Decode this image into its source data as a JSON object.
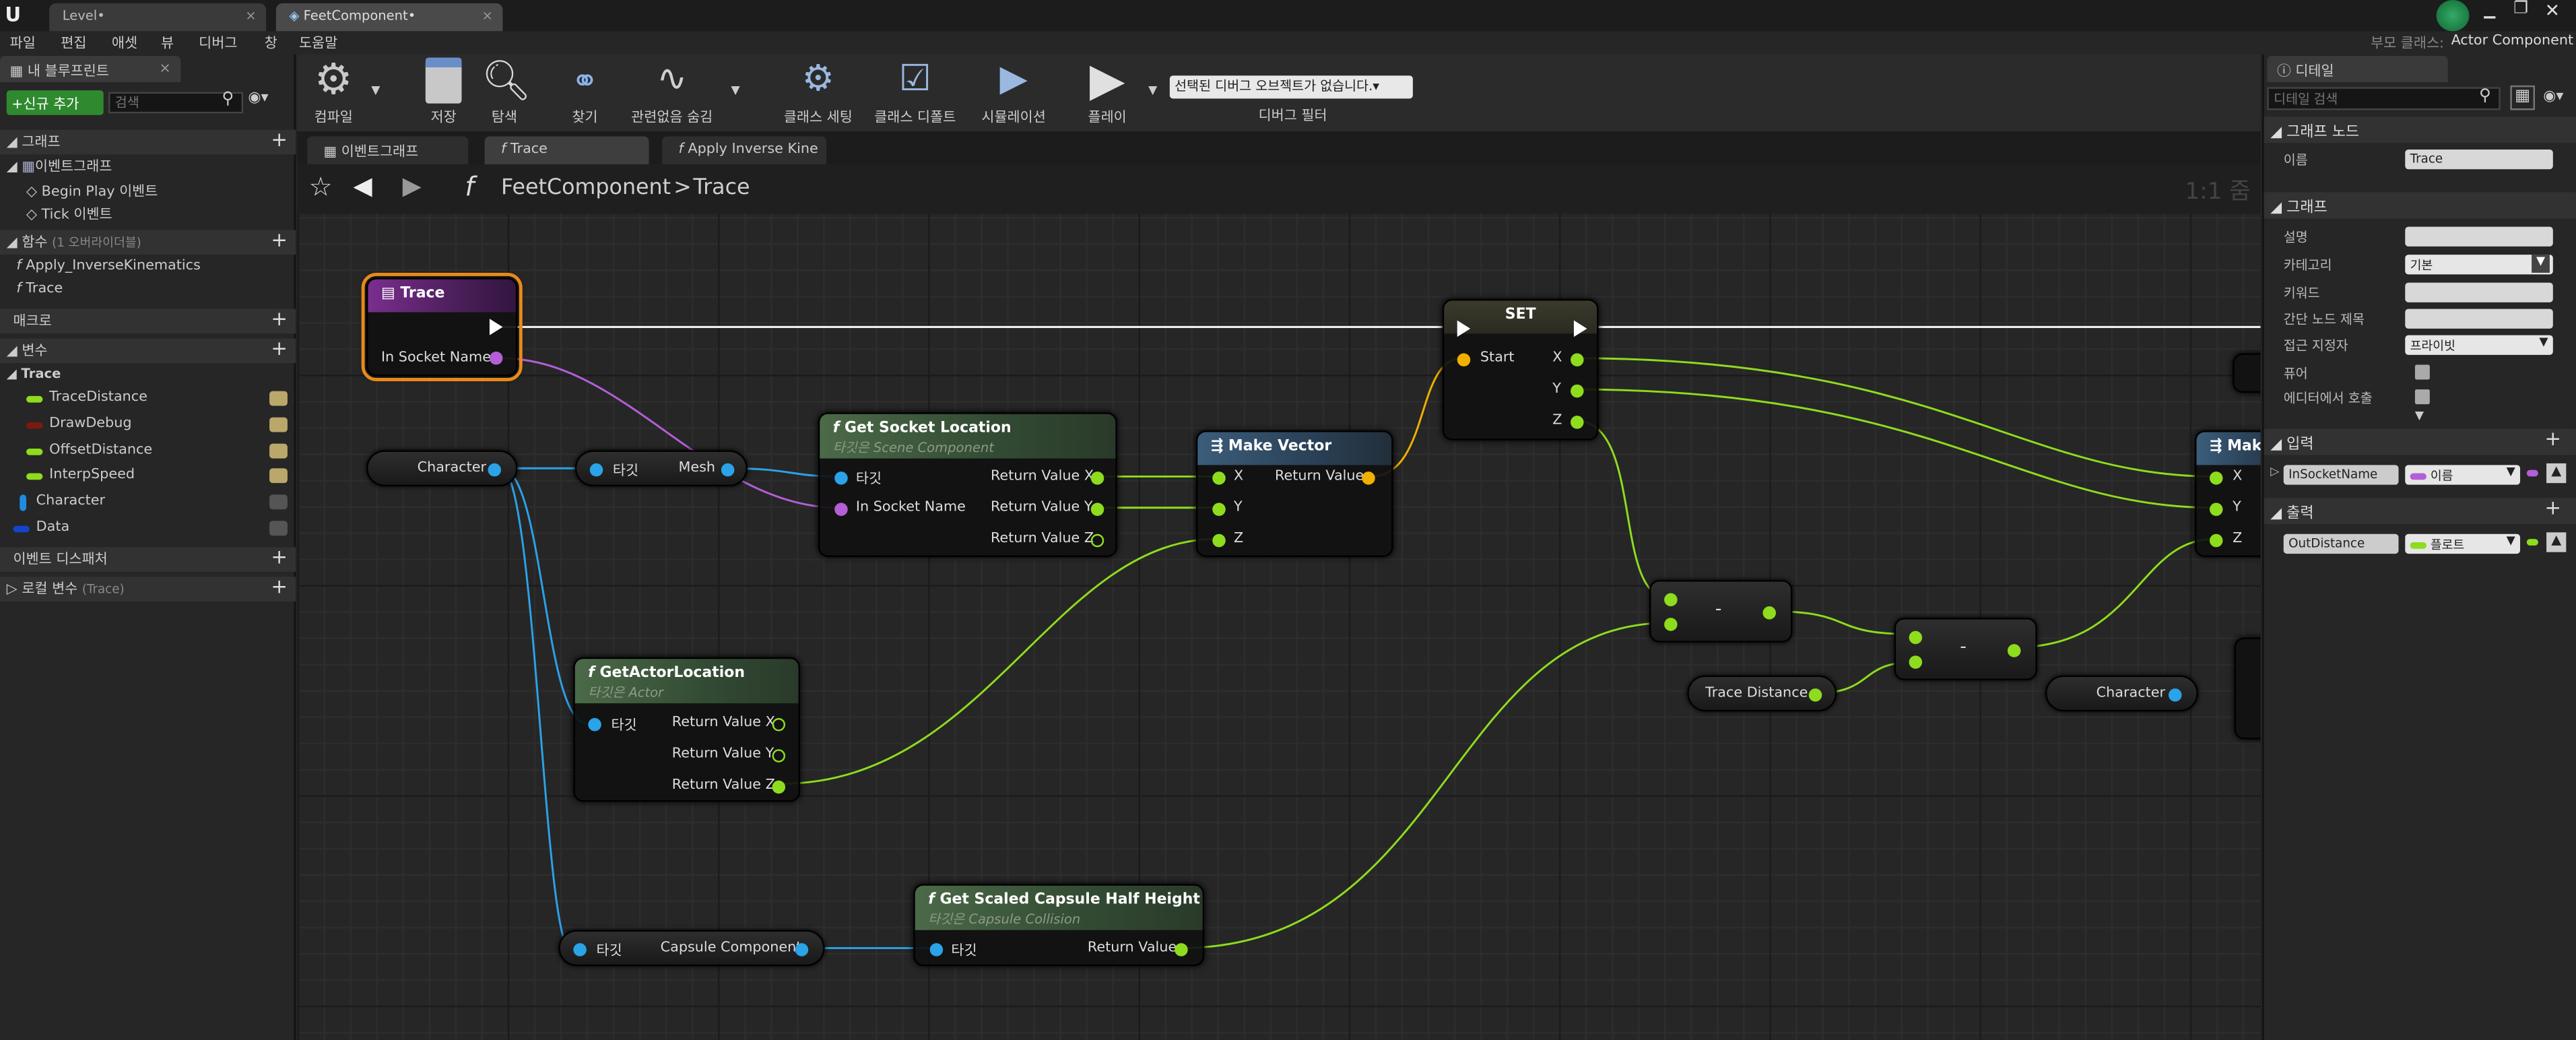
{
  "window": {
    "tabs": [
      {
        "label": "Level"
      },
      {
        "label": "FeetComponent"
      }
    ],
    "parent_class_label": "부모 클래스:",
    "parent_class": "Actor Component"
  },
  "menu": [
    "파일",
    "편집",
    "애셋",
    "뷰",
    "디버그",
    "창",
    "도움말"
  ],
  "my_blueprint": {
    "title": "내 블루프린트",
    "add_new": "+신규 추가",
    "search_placeholder": "검색",
    "sections": {
      "graph": "그래프",
      "functions": "함수",
      "functions_override": "(1 오버라이더블)",
      "macros": "매크로",
      "variables": "변수",
      "event_dispatchers": "이벤트 디스패처",
      "local_vars": "로컬 변수",
      "local_vars_scope": "(Trace)"
    },
    "event_graph": "이벤트그래프",
    "events": [
      "Begin Play 이벤트",
      "Tick 이벤트"
    ],
    "functions": [
      "Apply_InverseKinematics",
      "Trace"
    ],
    "var_category": "Trace",
    "variables": [
      {
        "name": "TraceDistance",
        "color": "#8edc1e"
      },
      {
        "name": "DrawDebug",
        "color": "#7a1a10"
      },
      {
        "name": "OffsetDistance",
        "color": "#8edc1e"
      },
      {
        "name": "InterpSpeed",
        "color": "#8edc1e"
      },
      {
        "name": "Character",
        "color": "#1f8be0"
      },
      {
        "name": "Data",
        "color": "#1245c9"
      }
    ]
  },
  "toolbar": {
    "compile": "컴파일",
    "save": "저장",
    "browse": "탐색",
    "find": "찾기",
    "hide_unrelated": "관련없음 숨김",
    "class_settings": "클래스 세팅",
    "class_defaults": "클래스 디폴트",
    "simulation": "시뮬레이션",
    "play": "플레이",
    "debug_object": "선택된 디버그 오브젝트가 없습니다.",
    "debug_filter": "디버그 필터"
  },
  "doc_tabs": [
    "이벤트그래프",
    "Trace",
    "Apply Inverse Kine"
  ],
  "breadcrumb": {
    "root": "FeetComponent",
    "sep": ">",
    "current": "Trace",
    "zoom": "1:1 줌"
  },
  "nodes": {
    "trace_entry": {
      "title": "Trace",
      "pin": "In Socket Name"
    },
    "character_var_1": "Character",
    "character_var_2": "Character",
    "mesh_get": {
      "target": "타깃",
      "out": "Mesh"
    },
    "get_socket_location": {
      "title": "Get Socket Location",
      "subtitle": "타깃은 Scene Component",
      "in_target": "타깃",
      "in_socket": "In Socket Name",
      "out_x": "Return Value X",
      "out_y": "Return Value Y",
      "out_z": "Return Value Z"
    },
    "make_vector": {
      "title": "Make Vector",
      "x": "X",
      "y": "Y",
      "z": "Z",
      "out": "Return Value"
    },
    "set": {
      "title": "SET",
      "start": "Start",
      "x": "X",
      "y": "Y",
      "z": "Z"
    },
    "get_actor_location": {
      "title": "GetActorLocation",
      "subtitle": "타깃은 Actor",
      "in_target": "타깃",
      "out_x": "Return Value X",
      "out_y": "Return Value Y",
      "out_z": "Return Value Z"
    },
    "capsule_get": {
      "target": "타깃",
      "out": "Capsule Component"
    },
    "get_scaled_capsule": {
      "title": "Get Scaled Capsule Half Height",
      "subtitle": "타깃은 Capsule Collision",
      "in_target": "타깃",
      "out": "Return Value"
    },
    "minus_1": "-",
    "minus_2": "-",
    "trace_distance": "Trace Distance",
    "make_vector_2": {
      "title": "Mak",
      "x": "X",
      "y": "Y",
      "z": "Z"
    }
  },
  "details": {
    "title": "디테일",
    "search_placeholder": "디테일 검색",
    "graph_node": "그래프 노드",
    "name_label": "이름",
    "name_value": "Trace",
    "graph": "그래프",
    "rows": [
      {
        "label": "설명",
        "value": ""
      },
      {
        "label": "카테고리",
        "value": "기본"
      },
      {
        "label": "키워드",
        "value": ""
      },
      {
        "label": "간단 노드 제목",
        "value": ""
      },
      {
        "label": "접근 지정자",
        "value": "프라이빗"
      }
    ],
    "pure": "퓨어",
    "call_in_editor": "에디터에서 호출",
    "inputs": "입력",
    "input_name": "InSocketName",
    "input_type": "이름",
    "outputs": "출력",
    "output_name": "OutDistance",
    "output_type": "플로트"
  }
}
